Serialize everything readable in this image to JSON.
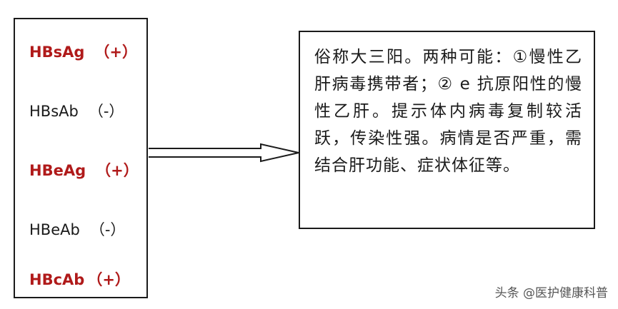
{
  "markers": [
    {
      "name": "HBsAg",
      "sign": "（+）",
      "status": "positive"
    },
    {
      "name": "HBsAb",
      "sign": "（-）",
      "status": "negative"
    },
    {
      "name": "HBeAg",
      "sign": "（+）",
      "status": "positive"
    },
    {
      "name": "HBeAb",
      "sign": "（-）",
      "status": "negative"
    },
    {
      "name": "HBcAb",
      "sign": "（+）",
      "status": "positive"
    }
  ],
  "explanation": "俗称大三阳。两种可能：①慢性乙肝病毒携带者；② e 抗原阳性的慢性乙肝。提示体内病毒复制较活跃，传染性强。病情是否严重，需结合肝功能、症状体征等。",
  "watermark": "头条 @医护健康科普",
  "colors": {
    "positive": "#b01a1a",
    "negative": "#1a1a1a"
  }
}
